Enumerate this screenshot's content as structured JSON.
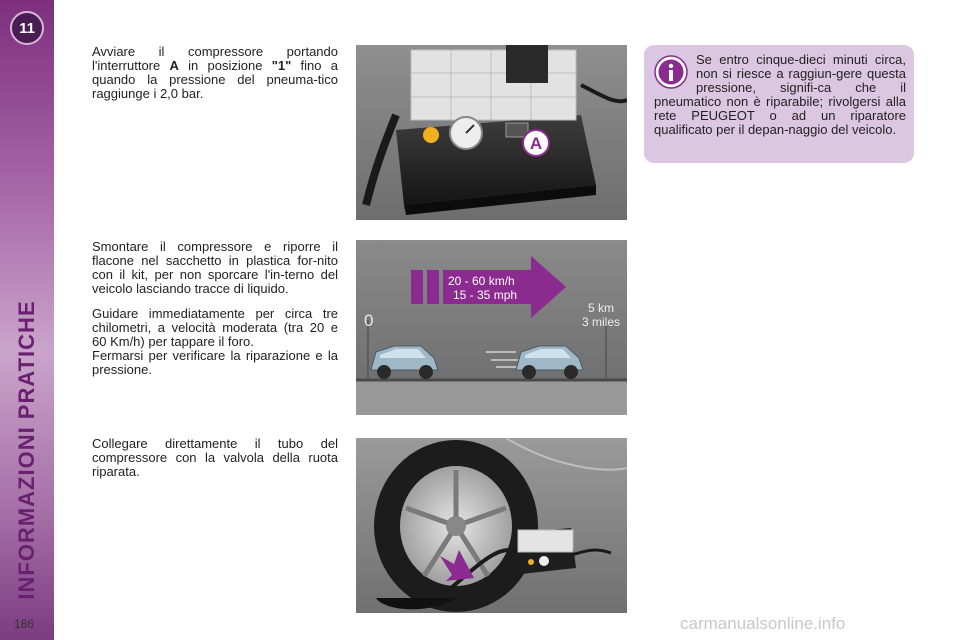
{
  "sidebar": {
    "chapter": "11",
    "title": "INFORMAZIONI PRATICHE",
    "page_number": "186"
  },
  "steps": {
    "s1": {
      "bullet": "",
      "t1": "Avviare il compressore portando l'interruttore ",
      "b1": "A",
      "t2": " in posizione ",
      "b2": "\"1\"",
      "t3": " fino a quando la pressione del pneuma-tico raggiunge i 2,0 bar."
    },
    "s2": {
      "bullet": "",
      "text": "Smontare il compressore e riporre il flacone nel sacchetto in plastica for-nito con il kit, per non sporcare l'in-terno del veicolo lasciando tracce di liquido."
    },
    "s3": {
      "bullet": "",
      "text": "Guidare immediatamente per circa tre chilometri, a velocità moderata (tra 20 e 60 Km/h) per tappare il foro."
    },
    "s4": {
      "bullet": "",
      "text": "Fermarsi per verificare la riparazione e la pressione."
    },
    "s5": {
      "bullet": "",
      "text": "Collegare direttamente il tubo del compressore con la valvola della ruota riparata."
    }
  },
  "info": {
    "icon": "info-icon",
    "text": "Se entro cinque-dieci minuti circa, non si riesce a raggiun-gere questa pressione, signifi-ca che il pneumatico non è riparabile; rivolgersi alla rete PEUGEOT o ad un riparatore qualificato per il depan-naggio del veicolo."
  },
  "figures": {
    "compressor": {
      "switch_label": "A"
    },
    "speed": {
      "speed_kmh": "20 - 60 km/h",
      "speed_mph": "15 - 35 mph",
      "start": "0",
      "distance_km": "5 km",
      "distance_miles": "3 miles"
    }
  },
  "watermark": "carmanualsonline.info",
  "colors": {
    "accent": "#8b2a8f",
    "info_bg": "#dcc7e2",
    "photo_bg": "#7c7c7c"
  }
}
